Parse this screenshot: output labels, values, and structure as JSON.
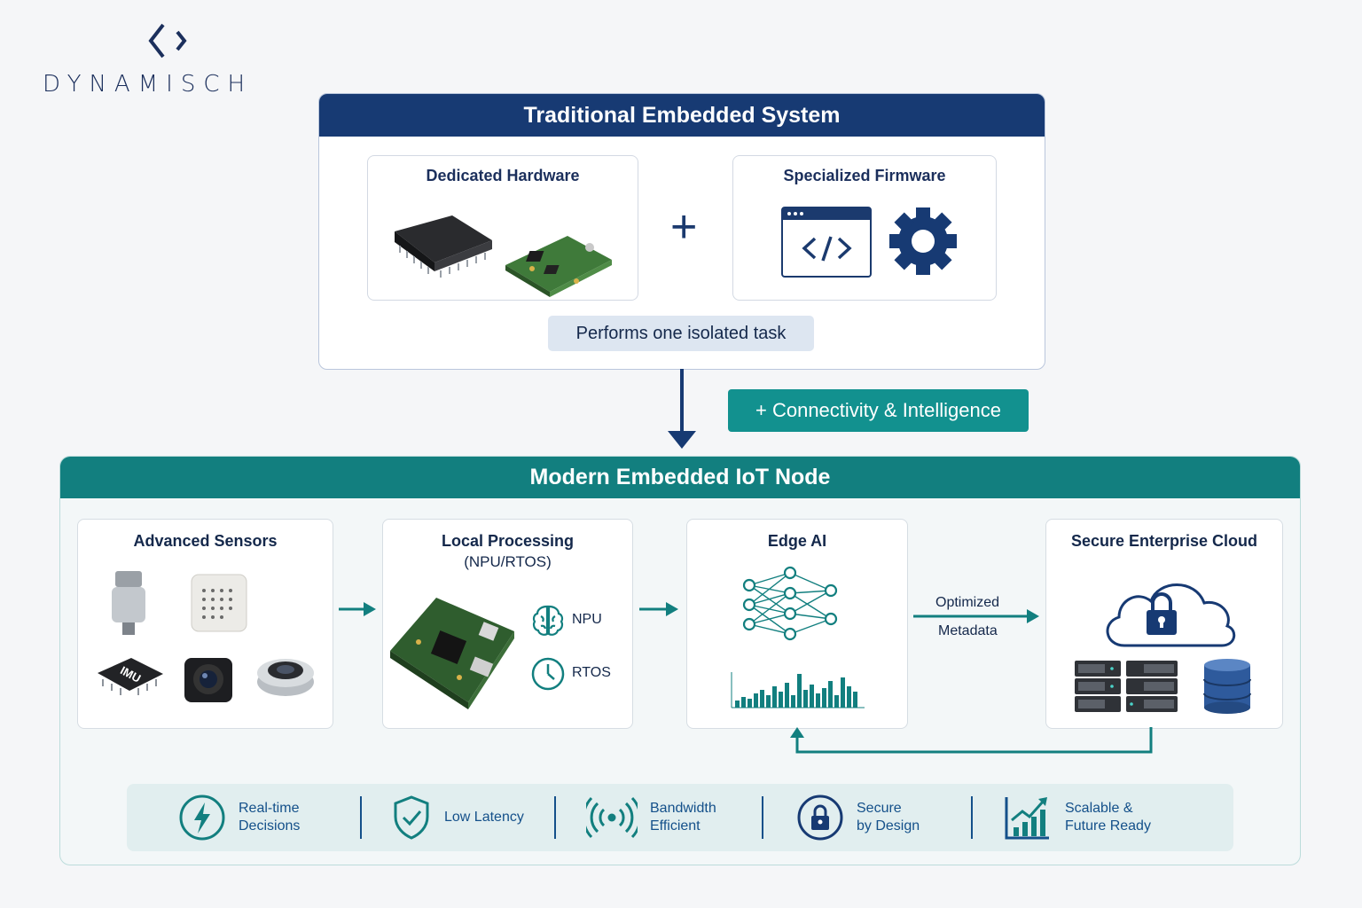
{
  "brand": {
    "name": "DYNAMISCH"
  },
  "traditional": {
    "title": "Traditional Embedded System",
    "hardware_title": "Dedicated Hardware",
    "firmware_title": "Specialized Firmware",
    "plus": "+",
    "isolated_task": "Performs one isolated task"
  },
  "connectivity": {
    "label": "+ Connectivity & Intelligence"
  },
  "modern": {
    "title": "Modern Embedded IoT Node",
    "sensors": {
      "title": "Advanced Sensors",
      "imu_label": "IMU"
    },
    "processing": {
      "title": "Local Processing",
      "subtitle": "(NPU/RTOS)",
      "npu_label": "NPU",
      "rtos_label": "RTOS"
    },
    "edge_ai": {
      "title": "Edge AI"
    },
    "metadata": {
      "line1": "Optimized",
      "line2": "Metadata"
    },
    "cloud": {
      "title": "Secure Enterprise Cloud"
    }
  },
  "features": [
    {
      "line1": "Real-time",
      "line2": "Decisions",
      "icon": "lightning-icon"
    },
    {
      "line1": "Low Latency",
      "line2": "",
      "icon": "shield-check-icon"
    },
    {
      "line1": "Bandwidth",
      "line2": "Efficient",
      "icon": "broadcast-icon"
    },
    {
      "line1": "Secure",
      "line2": "by Design",
      "icon": "lock-icon"
    },
    {
      "line1": "Scalable &",
      "line2": "Future Ready",
      "icon": "growth-chart-icon"
    }
  ],
  "colors": {
    "navy": "#173a73",
    "teal": "#127f7f",
    "accent_teal": "#12918f"
  }
}
